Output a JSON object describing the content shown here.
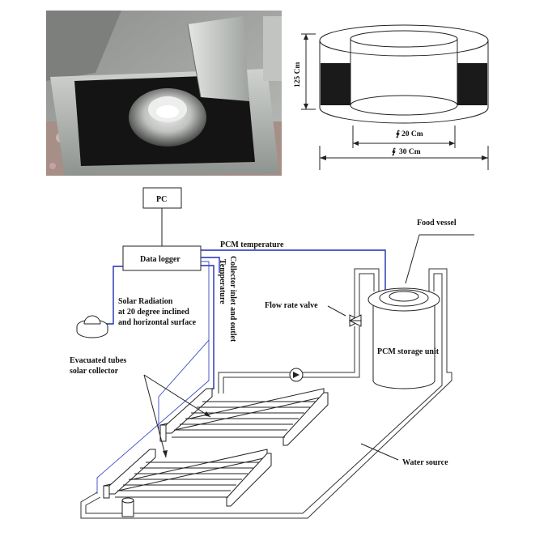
{
  "labels": {
    "pc": "PC",
    "data_logger": "Data logger",
    "pcm_temperature": "PCM temperature",
    "collector_inlet_outlet_line1": "Collector inlet and outlet",
    "collector_inlet_outlet_line2": "Temperature",
    "solar_radiation_line1": "Solar Radiation",
    "solar_radiation_line2": "at 20 degree inclined",
    "solar_radiation_line3": "and horizontal surface",
    "flow_rate_valve": "Flow rate valve",
    "food_vessel": "Food vessel",
    "pcm_storage_unit": "PCM storage unit",
    "evacuated_tubes_line1": "Evacuated tubes",
    "evacuated_tubes_line2": "solar collector",
    "water_source": "Water source"
  },
  "dimensions": {
    "height": "125 Cm",
    "inner_diameter": "20 Cm",
    "outer_diameter": "30 Cm"
  },
  "colors": {
    "wiring": "#1f2fb0",
    "line": "#222222",
    "insulation": "#1a1a1a"
  },
  "icons": {
    "photo": "solar-cooker-photo",
    "pump": "pump-icon",
    "valve": "valve-icon",
    "pyranometer": "pyranometer-icon"
  }
}
